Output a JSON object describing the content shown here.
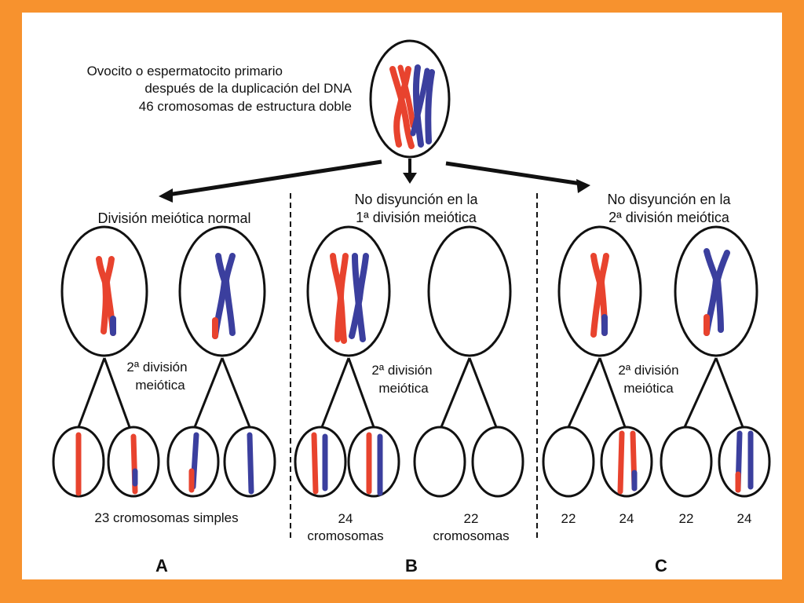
{
  "top": {
    "line1": "Ovocito o espermatocito primario",
    "line2": "después de la duplicación del DNA",
    "line3": "46 cromosomas de estructura doble"
  },
  "panel_a": {
    "title": "División meiótica normal",
    "second_division_l1": "2ª división",
    "second_division_l2": "meiótica",
    "bottom_label": "23 cromosomas simples",
    "letter": "A"
  },
  "panel_b": {
    "title_l1": "No disyunción en la",
    "title_l2": "1ª división meiótica",
    "second_division_l1": "2ª división",
    "second_division_l2": "meiótica",
    "left_count": "24",
    "left_unit": "cromosomas",
    "right_count": "22",
    "right_unit": "cromosomas",
    "letter": "B"
  },
  "panel_c": {
    "title_l1": "No disyunción en la",
    "title_l2": "2ª división meiótica",
    "second_division_l1": "2ª división",
    "second_division_l2": "meiótica",
    "counts": [
      "22",
      "24",
      "22",
      "24"
    ],
    "letter": "C"
  },
  "colors": {
    "red_chromosome": "#E8432E",
    "blue_chromosome": "#3B3F9E",
    "frame": "#F7922E"
  }
}
